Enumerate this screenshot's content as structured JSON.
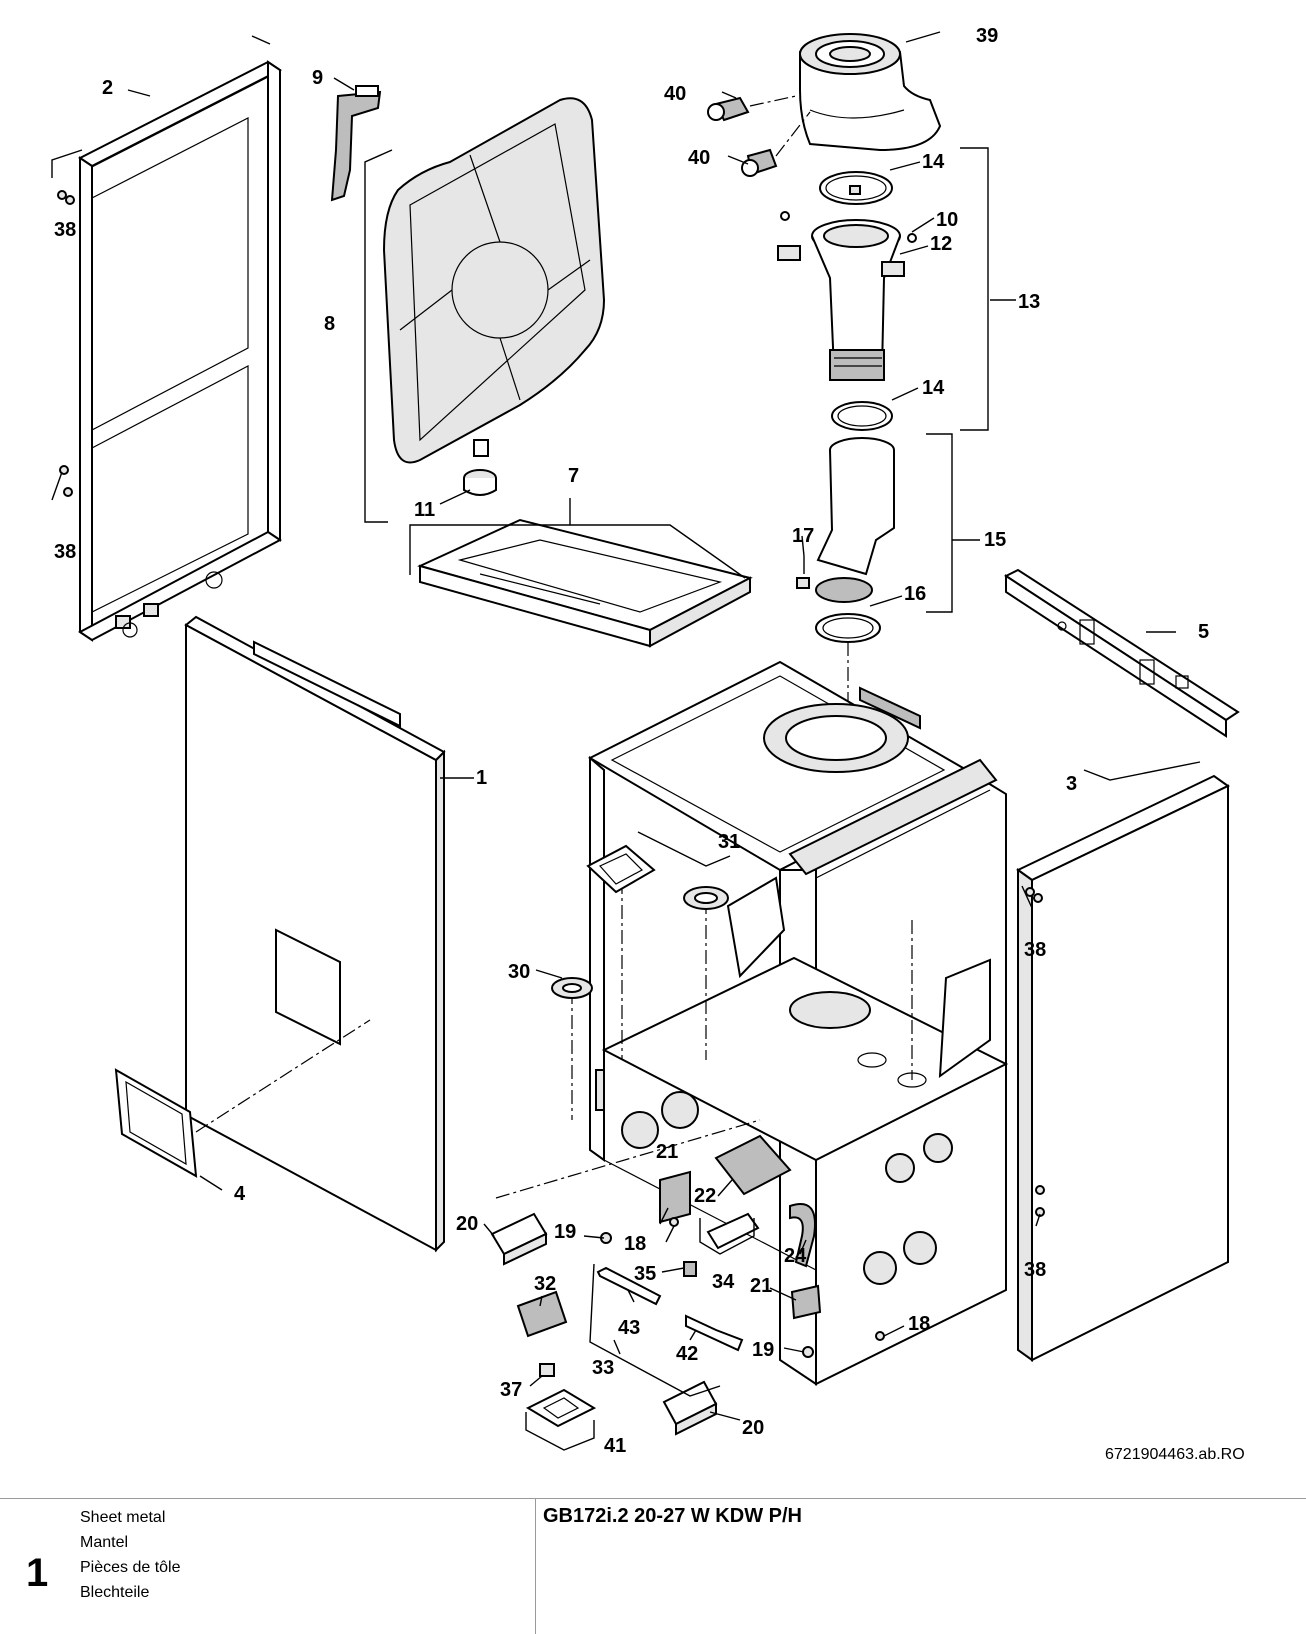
{
  "callouts": [
    "1",
    "2",
    "3",
    "4",
    "5",
    "7",
    "8",
    "9",
    "10",
    "11",
    "12",
    "13",
    "14",
    "14",
    "15",
    "16",
    "17",
    "18",
    "18",
    "19",
    "19",
    "20",
    "20",
    "21",
    "21",
    "22",
    "24",
    "30",
    "31",
    "32",
    "33",
    "34",
    "35",
    "37",
    "38",
    "38",
    "38",
    "38",
    "39",
    "40",
    "40",
    "41",
    "42",
    "43"
  ],
  "drawing_ref": "6721904463.ab.RO",
  "footer": {
    "page_number": "1",
    "titles": [
      "Sheet metal",
      "Mantel",
      "Pièces de tôle",
      "Blechteile"
    ],
    "product": "GB172i.2 20-27 W KDW P/H"
  }
}
